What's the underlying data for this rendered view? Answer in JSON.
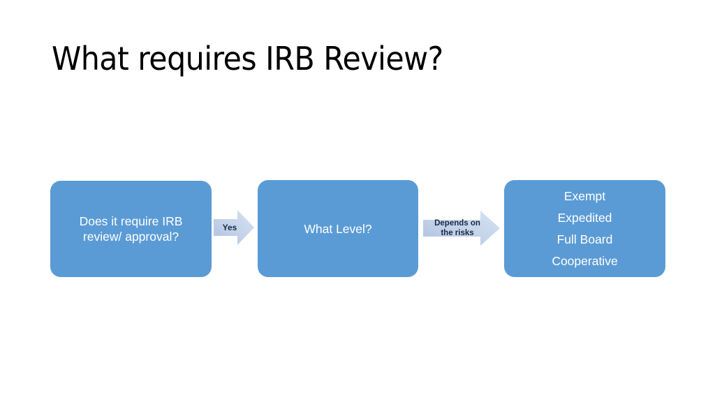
{
  "slide": {
    "title": "What requires IRB Review?",
    "background_color": "#FFFFFF"
  },
  "theme": {
    "box_fill": "#5B9BD5",
    "box_text_color": "#FFFFFF",
    "arrow_fill_light": "#CBD9EC",
    "arrow_fill_dark": "#AFC2DD",
    "arrow_text_color": "#1B2A45",
    "title_color": "#000000"
  },
  "diagram": {
    "type": "flowchart",
    "direction": "left-to-right",
    "nodes": [
      {
        "id": "intake",
        "shape": "rounded-rectangle",
        "lines": [
          "Does it require IRB",
          "review/ approval?"
        ]
      },
      {
        "id": "level",
        "shape": "rounded-rectangle",
        "lines": [
          "What Level?"
        ]
      },
      {
        "id": "levels",
        "shape": "rounded-rectangle",
        "lines": [
          "Exempt",
          "Expedited",
          "Full Board",
          "Cooperative"
        ]
      }
    ],
    "connectors": [
      {
        "id": "yes",
        "shape": "right-arrow",
        "from": "intake",
        "to": "level",
        "lines": [
          "Yes"
        ]
      },
      {
        "id": "depends",
        "shape": "right-arrow",
        "from": "level",
        "to": "levels",
        "lines": [
          "Depends on",
          "the risks"
        ]
      }
    ]
  }
}
